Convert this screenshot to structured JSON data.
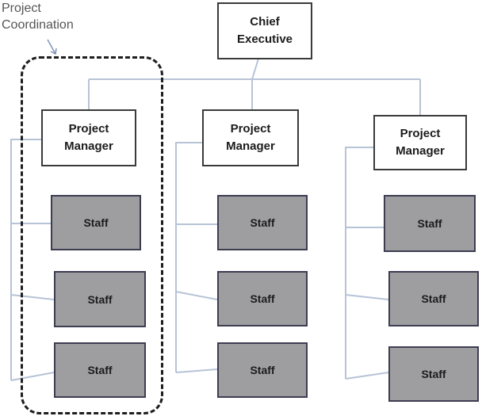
{
  "caption": {
    "line1": "Project",
    "line2": "Coordination"
  },
  "chief": {
    "label": "Chief\nExecutive"
  },
  "columns": [
    {
      "manager": "Project\nManager",
      "staff": [
        "Staff",
        "Staff",
        "Staff"
      ]
    },
    {
      "manager": "Project\nManager",
      "staff": [
        "Staff",
        "Staff",
        "Staff"
      ]
    },
    {
      "manager": "Project\nManager",
      "staff": [
        "Staff",
        "Staff",
        "Staff"
      ]
    }
  ],
  "colors": {
    "line": "#b7c3d6",
    "box_border": "#3a3a3a",
    "staff_fill": "#9e9ea0",
    "dashed_outline": "#1e1e1e",
    "arrow": "#7e93b8"
  }
}
